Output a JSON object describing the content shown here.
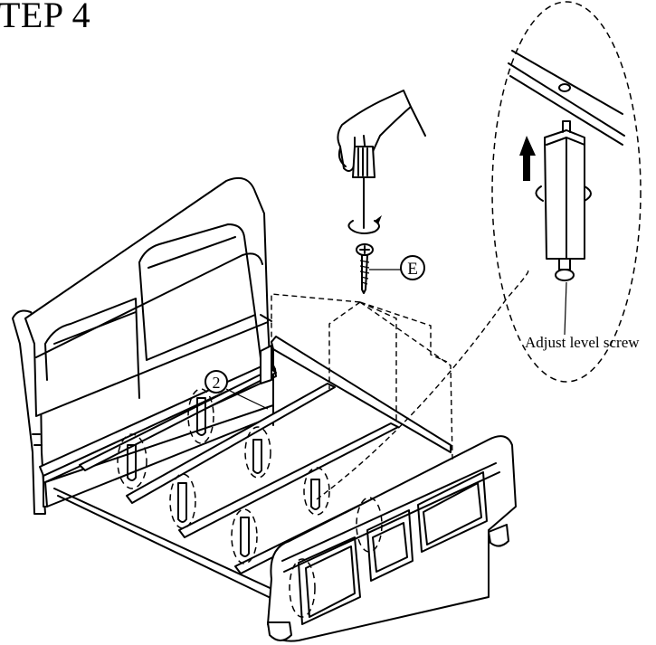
{
  "step": {
    "title": "TEP 4"
  },
  "callouts": {
    "hardware_label": "E",
    "part_number": "2",
    "zoom_label": "Adjust level screw"
  },
  "icons": [
    "hand-screwdriver-icon",
    "screw-icon",
    "rotate-arrow-icon",
    "up-arrow-icon",
    "support-leg-icon"
  ],
  "colors": {
    "ink": "#000000",
    "paper": "#ffffff"
  }
}
